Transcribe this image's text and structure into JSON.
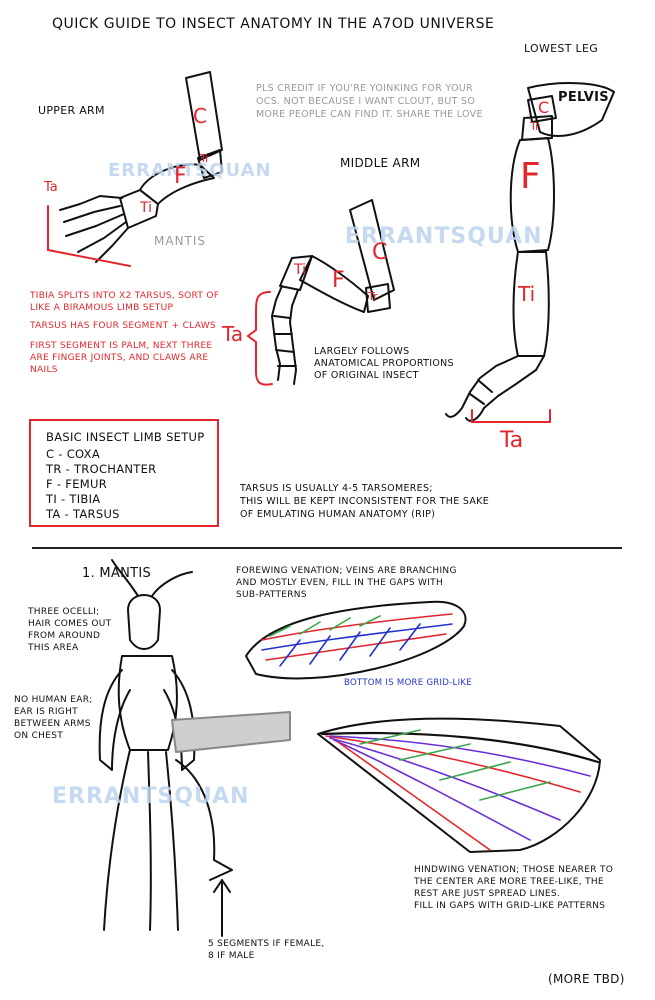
{
  "title": "QUICK GUIDE TO INSECT ANATOMY IN THE A7OD UNIVERSE",
  "credit": "PLS CREDIT IF YOU'RE YOINKING FOR YOUR\nOCS. NOT BECAUSE I WANT CLOUT, BUT SO\nMORE PEOPLE CAN FIND IT. SHARE THE LOVE",
  "watermark": "ERRANTSQUAN",
  "sections": {
    "upper_arm": "UPPER ARM",
    "middle_arm": "MIDDLE ARM",
    "lowest_leg": "LOWEST LEG",
    "mantis": "1. MANTIS"
  },
  "segment_labels": {
    "c": "C",
    "tr": "Tr",
    "f": "F",
    "ti": "Ti",
    "ta": "Ta",
    "pelvis": "PELVIS",
    "mantis_sketch": "MANTIS"
  },
  "notes": {
    "tibia_split": "TIBIA SPLITS INTO X2 TARSUS, SORT OF\nLIKE A BIRAMOUS LIMB SETUP",
    "tarsus_segments": "TARSUS HAS FOUR SEGMENT + CLAWS",
    "first_segment": "FIRST SEGMENT IS PALM, NEXT THREE\nARE FINGER JOINTS, AND CLAWS ARE\nNAILS",
    "largely_follows": "LARGELY FOLLOWS\nANATOMICAL PROPORTIONS\nOF ORIGINAL INSECT",
    "tarsomeres": "TARSUS IS USUALLY 4-5 TARSOMERES;\nTHIS WILL BE KEPT INCONSISTENT FOR THE SAKE\nOF EMULATING HUMAN ANATOMY (RIP)",
    "forewing": "FOREWING VENATION; VEINS ARE BRANCHING\nAND MOSTLY EVEN, FILL IN THE GAPS WITH\nSUB-PATTERNS",
    "bottom_grid": "BOTTOM IS MORE GRID-LIKE",
    "three_ocelli": "THREE OCELLI;\nHAIR COMES OUT\nFROM AROUND\nTHIS AREA",
    "no_ear": "NO HUMAN EAR;\nEAR IS RIGHT\nBETWEEN ARMS\nON CHEST",
    "hindwing": "HINDWING VENATION; THOSE NEARER TO\nTHE CENTER ARE MORE TREE-LIKE, THE\nREST ARE JUST SPREAD LINES.\nFILL IN GAPS WITH GRID-LIKE PATTERNS",
    "segments": "5 SEGMENTS IF FEMALE,\n8 IF MALE",
    "more_tbd": "(MORE TBD)"
  },
  "limb_box": {
    "heading": "BASIC INSECT LIMB SETUP",
    "items": [
      "C - COXA",
      "TR - TROCHANTER",
      "F - FEMUR",
      "TI - TIBIA",
      "TA - TARSUS"
    ]
  },
  "colors": {
    "red": "#e3262b",
    "blue": "#2233cc",
    "purple": "#6a2fd6",
    "green": "#3aa84a",
    "watermark": "#bcd3ee"
  }
}
